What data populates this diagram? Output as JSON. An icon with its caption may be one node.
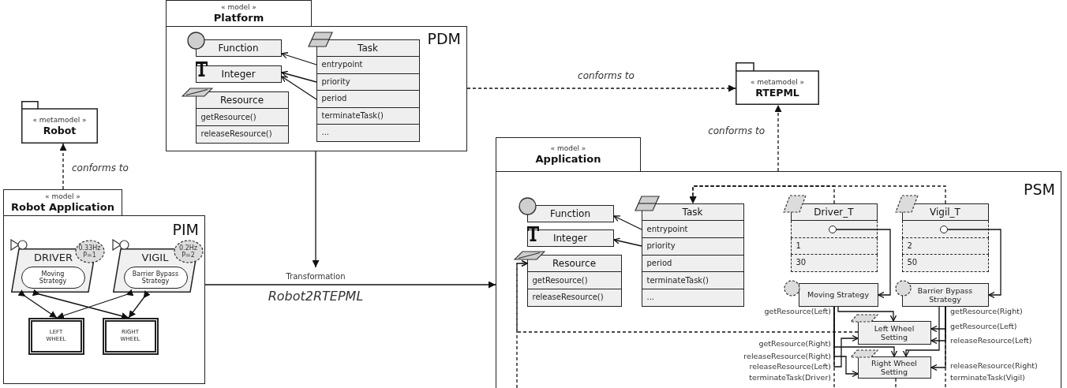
{
  "diagram": {
    "nodes": [
      {
        "text": [
          "« model »",
          "Platform"
        ]
      },
      {
        "text": [
          "PDM"
        ]
      },
      {
        "text": [
          "Function"
        ],
        "in": 1
      },
      {
        "text": [
          "Task",
          "entrypoint",
          "priority",
          "period",
          "terminateTask()",
          "..."
        ],
        "in": 1
      },
      {
        "text": [
          "Integer"
        ],
        "in": 1
      },
      {
        "text": [
          "Resource",
          "getResource()",
          "releaseResource()"
        ],
        "in": 1
      },
      {
        "text": [
          "« metamodel »",
          "RTEPML"
        ]
      },
      {
        "text": [
          "« metamodel »",
          "Robot"
        ]
      },
      {
        "text": [
          "« model »",
          "Application"
        ]
      },
      {
        "text": [
          "PSM"
        ]
      },
      {
        "text": [
          "« model »",
          "Robot Application"
        ]
      },
      {
        "text": [
          "PIM"
        ]
      },
      {
        "text": [
          "DRIVER"
        ],
        "in": 11
      },
      {
        "text": [
          "0.33Hz P=1"
        ],
        "in": 11
      },
      {
        "text": [
          "Moving Strategy"
        ],
        "in": 12
      },
      {
        "text": [
          "VIGIL"
        ],
        "in": 11
      },
      {
        "text": [
          "0.2Hz P=2"
        ],
        "in": 11
      },
      {
        "text": [
          "Barrier Bypass Strategy"
        ],
        "in": 15
      },
      {
        "text": [
          "LEFT WHEEL"
        ],
        "in": 11
      },
      {
        "text": [
          "RIGHT WHEEL"
        ],
        "in": 11
      },
      {
        "text": [
          "Function"
        ],
        "in": 9
      },
      {
        "text": [
          "Task",
          "entrypoint",
          "priority",
          "period",
          "terminateTask()",
          "..."
        ],
        "in": 9
      },
      {
        "text": [
          "Driver_T",
          "1",
          "30"
        ],
        "in": 9
      },
      {
        "text": [],
        "shape": "circle",
        "in": 22
      },
      {
        "text": [
          "Vigil_T",
          "2",
          "50"
        ],
        "in": 9
      },
      {
        "text": [],
        "shape": "circle",
        "in": 24
      },
      {
        "text": [
          "Integer"
        ],
        "in": 9
      },
      {
        "text": [
          "Resource",
          "getResource()",
          "releaseResource()"
        ],
        "in": 9
      },
      {
        "text": [
          "Moving Strategy"
        ],
        "in": 9
      },
      {
        "text": [
          "Barrier Bypass Strategy"
        ],
        "in": 9
      },
      {
        "text": [
          "Left Wheel Setting"
        ],
        "in": 9
      },
      {
        "text": [
          "Right Wheel Setting"
        ],
        "in": 9
      }
    ],
    "edges": [
      {
        "from": 10,
        "to": 7,
        "arrow": "to",
        "label": "conforms to",
        "style": "dashed"
      },
      {
        "from": 1,
        "to": 6,
        "arrow": "to",
        "label": "conforms to",
        "style": "dashed"
      },
      {
        "from": 9,
        "to": 6,
        "arrow": "to",
        "label": "conforms to",
        "style": "dashed"
      },
      {
        "from": 11,
        "to": 9,
        "arrow": "to",
        "label": "Transformation"
      },
      {
        "from": 1,
        "to": null,
        "arrow": "to"
      },
      {
        "from": 3,
        "to": 2,
        "arrow": "to"
      },
      {
        "from": 3,
        "to": 4,
        "arrow": "to"
      },
      {
        "from": 3,
        "to": 4,
        "arrow": "to"
      },
      {
        "from": 12,
        "to": 18,
        "arrow": "to"
      },
      {
        "from": 12,
        "to": 19,
        "arrow": "to"
      },
      {
        "from": 15,
        "to": 18,
        "arrow": "to"
      },
      {
        "from": 15,
        "to": 19,
        "arrow": "to"
      },
      {
        "from": 21,
        "to": 20,
        "arrow": "to"
      },
      {
        "from": 21,
        "to": 26,
        "arrow": "to"
      },
      {
        "from": 22,
        "to": 21,
        "arrow": "to",
        "style": "dashed"
      },
      {
        "from": 24,
        "to": 21,
        "arrow": "to",
        "style": "dashed"
      },
      {
        "from": 23,
        "to": 28,
        "arrow": "to"
      },
      {
        "from": 25,
        "to": 29,
        "arrow": "to"
      },
      {
        "from": 30,
        "to": 27,
        "arrow": "to",
        "style": "dashed"
      },
      {
        "from": null,
        "to": 27,
        "arrow": "to",
        "style": "dashed"
      },
      {
        "from": 31,
        "to": null,
        "arrow": "none",
        "style": "dashed"
      },
      {
        "from": 28,
        "to": null,
        "arrow": "none",
        "style": "dashed",
        "label": "terminateTask(Driver)"
      },
      {
        "from": 29,
        "to": null,
        "arrow": "none",
        "style": "dashed",
        "label": "terminateTask(Vigil)"
      },
      {
        "from": 28,
        "to": 30,
        "arrow": "to",
        "label": "getResource(Left)"
      },
      {
        "from": 28,
        "to": 31,
        "arrow": "to",
        "label": "getResource(Right)"
      },
      {
        "from": 28,
        "to": 31,
        "arrow": "to",
        "label": "releaseResource(Right)"
      },
      {
        "from": 28,
        "to": 30,
        "arrow": "to",
        "label": "releaseResource(Left)"
      },
      {
        "from": 29,
        "to": 31,
        "arrow": "to",
        "label": "getResource(Right)"
      },
      {
        "from": 29,
        "to": 30,
        "arrow": "to",
        "label": "getResource(Left)"
      },
      {
        "from": 29,
        "to": 30,
        "arrow": "to",
        "label": "releaseResource(Left)"
      },
      {
        "from": 29,
        "to": 31,
        "arrow": "to",
        "label": "releaseResource(Right)"
      }
    ],
    "labels": [
      "Robot2RTEPML"
    ]
  }
}
